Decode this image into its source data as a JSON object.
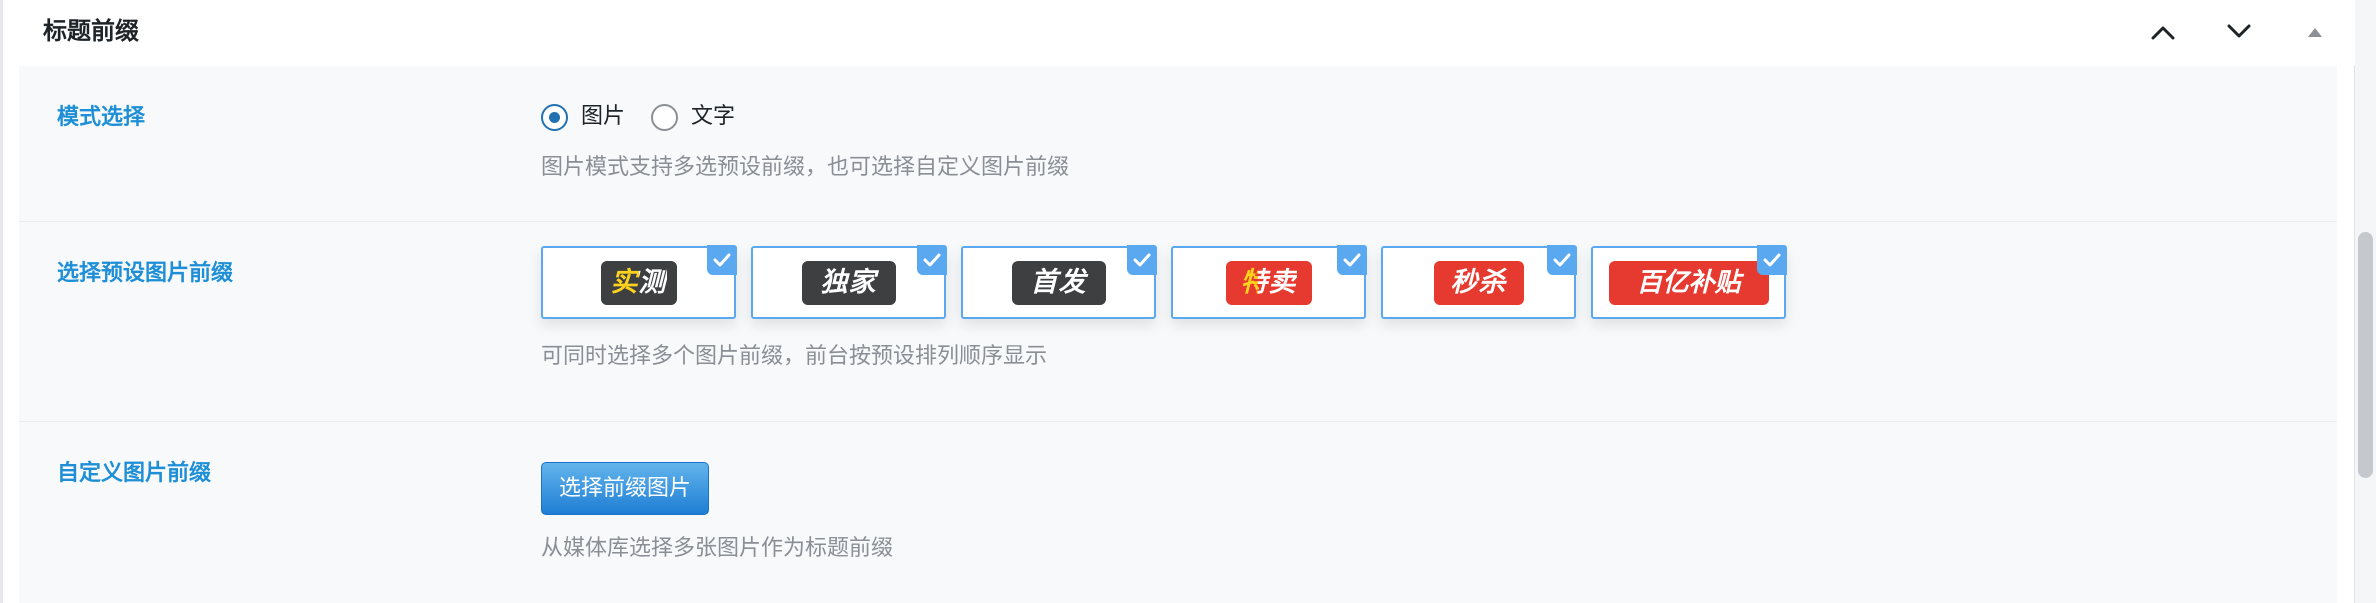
{
  "section": {
    "title": "标题前缀",
    "controls": [
      {
        "name": "move-up",
        "icon": "chevron-up-icon"
      },
      {
        "name": "move-down",
        "icon": "chevron-down-icon"
      },
      {
        "name": "collapse",
        "icon": "caret-up-icon"
      }
    ]
  },
  "mode": {
    "label": "模式选择",
    "options": [
      {
        "label": "图片",
        "checked": true
      },
      {
        "label": "文字",
        "checked": false
      }
    ],
    "help": "图片模式支持多选预设前缀，也可选择自定义图片前缀"
  },
  "presets": {
    "label": "选择预设图片前缀",
    "items": [
      {
        "text": "实测",
        "style": "dark",
        "selected": true
      },
      {
        "text": "独家",
        "style": "dark",
        "selected": true
      },
      {
        "text": "首发",
        "style": "dark",
        "selected": true
      },
      {
        "text": "特卖",
        "style": "red",
        "selected": true
      },
      {
        "text": "秒杀",
        "style": "red",
        "selected": true
      },
      {
        "text": "百亿补贴",
        "style": "red",
        "selected": true
      }
    ],
    "help": "可同时选择多个图片前缀，前台按预设排列顺序显示"
  },
  "custom": {
    "label": "自定义图片前缀",
    "button_label": "选择前缀图片",
    "help": "从媒体库选择多张图片作为标题前缀"
  },
  "colors": {
    "label_blue": "#1e8fd6",
    "selected_border": "#5aa9f0",
    "dark_badge": "#3d3f41",
    "red_badge": "#e6392f",
    "accent_yellow": "#ffd21e",
    "button_blue": "#1e7ed4"
  }
}
